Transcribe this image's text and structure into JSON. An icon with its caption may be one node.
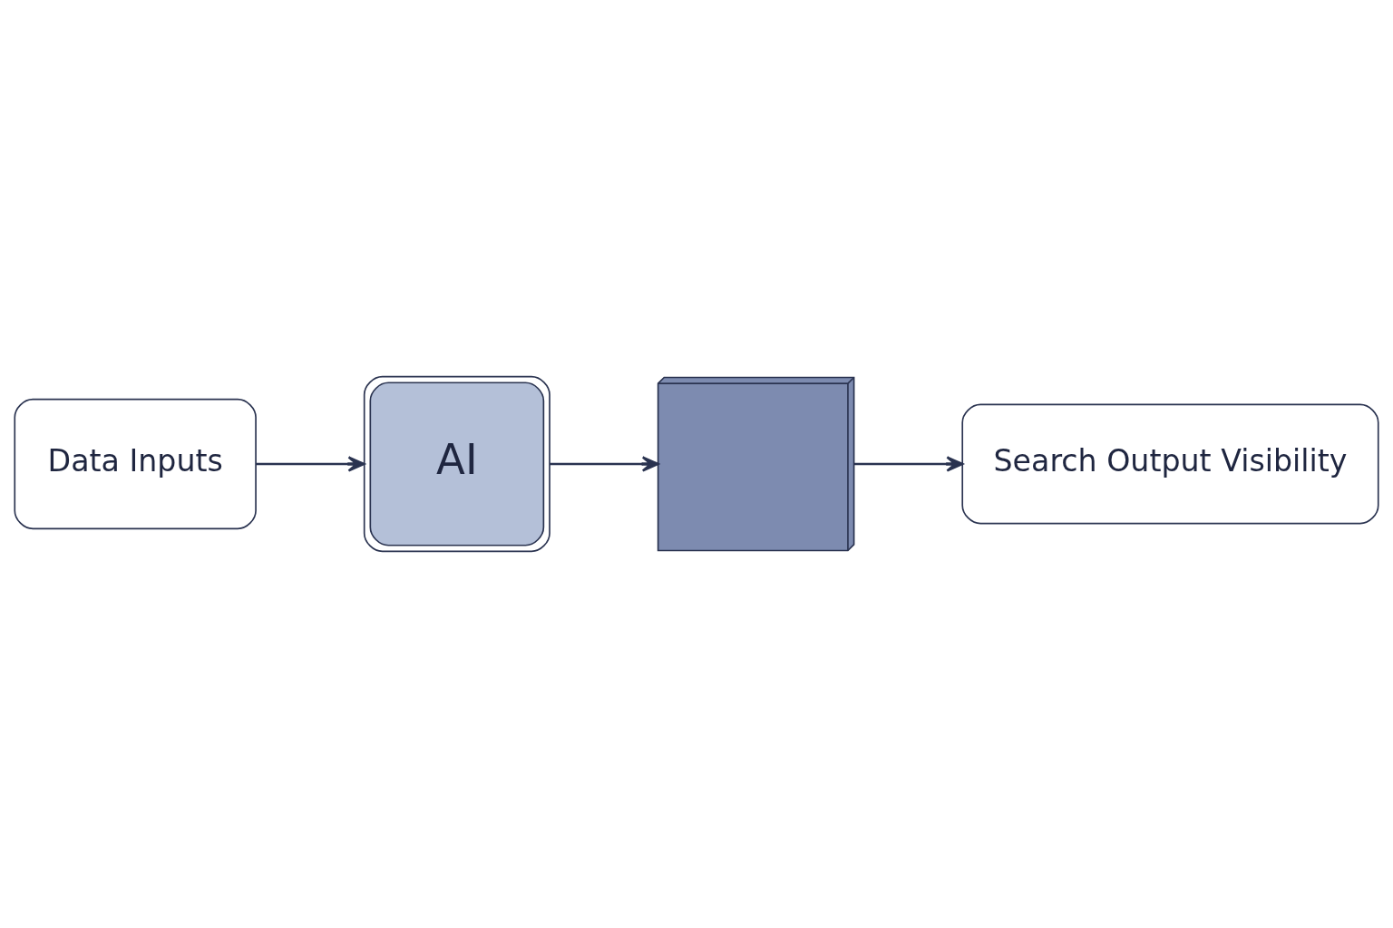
{
  "diagram": {
    "nodes": [
      {
        "text": [
          "Data Inputs"
        ]
      },
      {
        "text": [
          "AI"
        ]
      },
      {
        "text": [],
        "shape": "picture"
      },
      {
        "text": [
          "Search Output Visibility"
        ]
      }
    ],
    "edges": [
      {
        "from": 0,
        "to": 1,
        "arrow": "to"
      },
      {
        "from": 1,
        "to": 2,
        "arrow": "to"
      },
      {
        "from": 2,
        "to": 3,
        "arrow": "to"
      }
    ]
  }
}
